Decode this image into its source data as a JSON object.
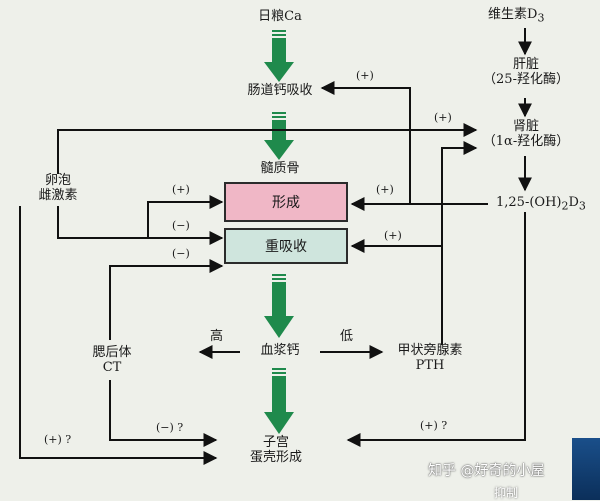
{
  "labels": {
    "dietary_ca": "日粮Ca",
    "intestinal_absorption": "肠道钙吸收",
    "bone": "髓质骨",
    "formation": "形成",
    "resorption": "重吸收",
    "plasma_ca": "血浆钙",
    "uterus_line1": "子宫",
    "uterus_line2": "蛋壳形成",
    "vitd3": "维生素D",
    "vitd3_sub": "3",
    "liver_line1": "肝脏",
    "liver_line2": "（25-羟化酶）",
    "kidney_line1": "肾脏",
    "kidney_line2": "（1α-羟化酶）",
    "dihydroxy_main": "1,25-(OH)",
    "dihydroxy_sub1": "2",
    "dihydroxy_mid": "D",
    "dihydroxy_sub2": "3",
    "follicle_line1": "卵泡",
    "follicle_line2": "雌激素",
    "ultimobranchial_line1": "腮后体",
    "ultimobranchial_line2": "CT",
    "parathyroid_line1": "甲状旁腺素",
    "parathyroid_line2": "PTH",
    "high": "高",
    "low": "低"
  },
  "signs": {
    "s1": "(+)",
    "s2": "(+)",
    "s3": "(+)",
    "s4": "(−)",
    "s5": "(−)",
    "s6": "(+)",
    "s7": "(+)",
    "s8": "(−) ?",
    "s9": "(+) ?",
    "s10": "(+) ?"
  },
  "watermark": "知乎 @好奇的小屋",
  "watermark_bottom": "抑制",
  "colors": {
    "green_arrow": "#1f8a4c",
    "formation_fill": "#f0b7c6",
    "resorption_fill": "#cfe5dd"
  }
}
